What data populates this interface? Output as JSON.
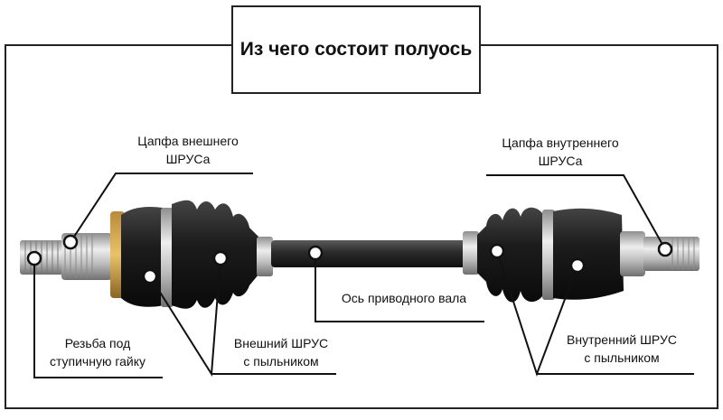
{
  "title": "Из чего состоит полуось",
  "labels": {
    "outer_stub": [
      "Цапфа внешнего",
      "ШРУСа"
    ],
    "inner_stub": [
      "Цапфа внутреннего",
      "ШРУСа"
    ],
    "shaft": "Ось приводного вала",
    "thread": [
      "Резьба под",
      "ступичную гайку"
    ],
    "outer_cv": [
      "Внешний ШРУС",
      "с пыльником"
    ],
    "inner_cv": [
      "Внутренний ШРУС",
      "с пыльником"
    ]
  },
  "colors": {
    "frame": "#222222",
    "line": "#111111",
    "boot": "#1a1a1a",
    "metal": "#c9c9c9",
    "shaft": "#2b2b2b",
    "marker_fill": "#ffffff"
  }
}
